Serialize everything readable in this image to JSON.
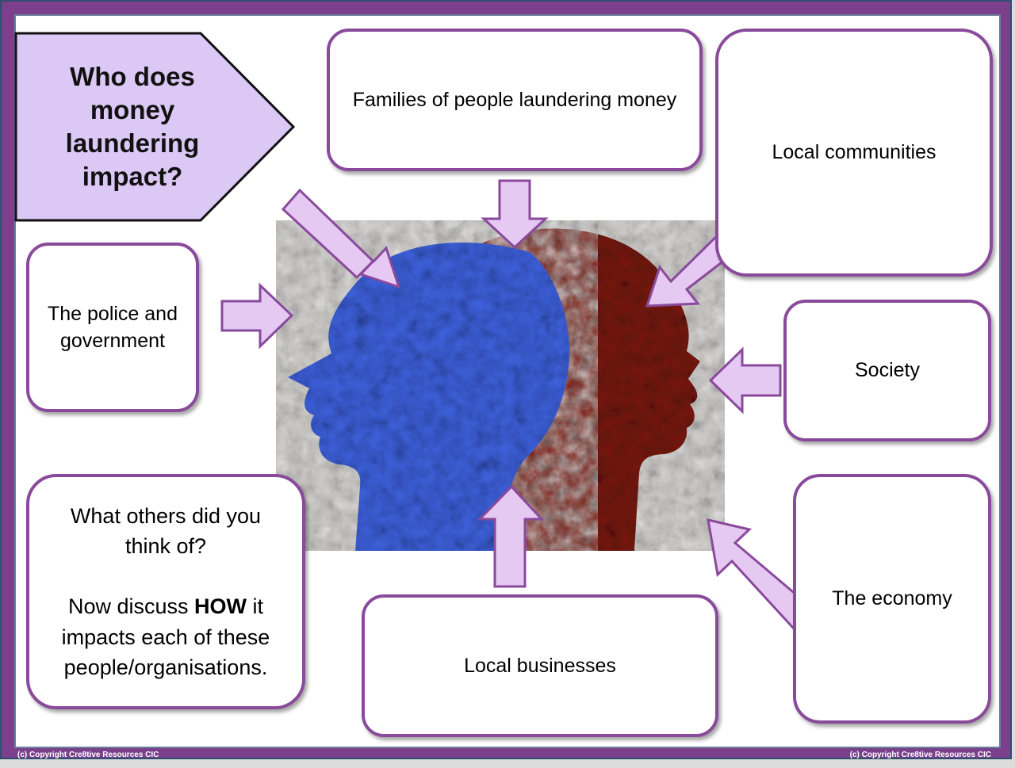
{
  "title": "Who does money laundering impact?",
  "boxes": {
    "families": "Families of people laundering money",
    "communities": "Local communities",
    "police_line1": "The police and",
    "police_line2": "government",
    "society": "Society",
    "economy": "The economy",
    "businesses": "Local businesses"
  },
  "others": {
    "line1": "What others did you",
    "line2": "think of?",
    "line3_pre": "Now discuss ",
    "line3_bold": "HOW",
    "line3_post": " it",
    "line4": "impacts each of these",
    "line5": "people/organisations."
  },
  "footer": {
    "left": "(c) Copyright Cre8tive Resources CIC",
    "right": "(c) Copyright Cre8tive Resources CIC"
  },
  "colors": {
    "frame": "#7b3f8c",
    "box_border": "#8a4a9c",
    "arrow_fill": "#e6c9f2",
    "title_fill": "#dcc8f4",
    "head_blue": "#3f63e0",
    "head_red": "#7a1a10",
    "stone": "#b8b5b0"
  },
  "icons": [
    "two-heads-image",
    "arrow-icon"
  ]
}
